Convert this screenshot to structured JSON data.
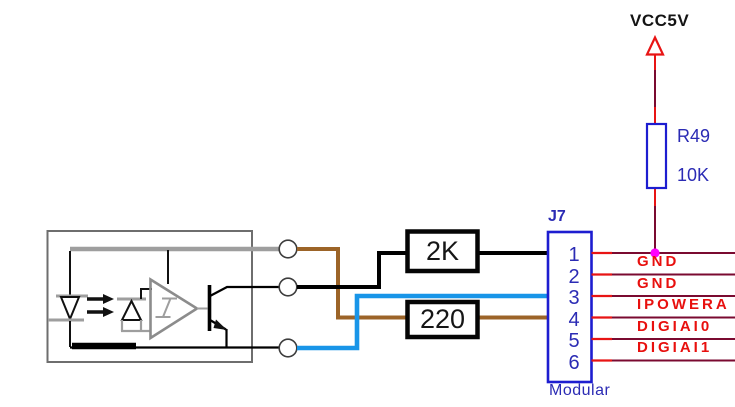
{
  "schematic": {
    "power": {
      "label": "VCC5V"
    },
    "pullup": {
      "ref": "R49",
      "value": "10K"
    },
    "resistors": [
      {
        "value": "2K"
      },
      {
        "value": "220"
      }
    ],
    "connector": {
      "ref": "J7",
      "type": "Modular",
      "pins": [
        "1",
        "2",
        "3",
        "4",
        "5",
        "6"
      ]
    },
    "nets": [
      "GND",
      "GND",
      "IPOWERA",
      "DIGIAI0",
      "DIGIAI1"
    ],
    "colors": {
      "net_wire": "#7a0a30",
      "pin_red": "#e81414",
      "label_red": "#e8100e",
      "component_blue": "#1d1dd0",
      "component_text_blue": "#2b2bb4",
      "wire_black": "#000000",
      "wire_brown": "#9c6428",
      "wire_blue": "#1895e8",
      "junction_magenta": "#ff00ff",
      "symbol_gray": "#9e9e9e"
    }
  }
}
